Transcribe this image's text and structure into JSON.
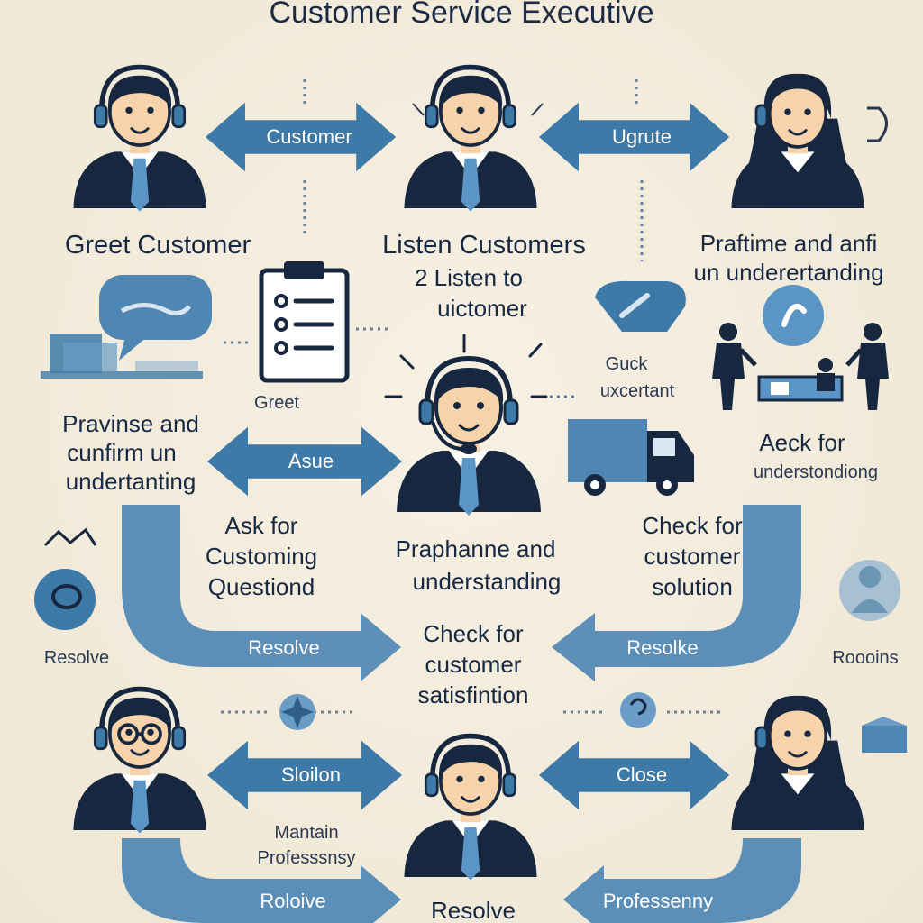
{
  "title": "Customer Service Executive",
  "arrows": {
    "top_left": "Customer",
    "top_right": "Ugrute",
    "mid_left": "Asue",
    "bottom_left": "Sloilon",
    "bottom_right": "Close",
    "band_left": "Resolve",
    "band_right": "Resolke",
    "bottom_band_left": "Roloive",
    "bottom_band_right": "Professenny"
  },
  "labels": {
    "greet_customer": "Greet Customer",
    "listen_1": "Listen Customers",
    "listen_2": "2 Listen to",
    "listen_3": "uictomer",
    "praftime_1": "Praftime and  anfi",
    "praftime_2": "un underertanding",
    "greet": "Greet",
    "pravinse_1": "Pravinse and",
    "pravinse_2": "cunfirm un",
    "pravinse_3": "undertanting",
    "guck_1": "Guck",
    "guck_2": "uxcertant",
    "aeck_1": "Aeck for",
    "aeck_2": "understondiong",
    "ask_1": "Ask for",
    "ask_2": "Customing",
    "ask_3": "Questiond",
    "praphanne_1": "Praphanne and",
    "praphanne_2": "understanding",
    "check_solution_1": "Check for",
    "check_solution_2": "customer",
    "check_solution_3": "solution",
    "check_satisfaction_1": "Check for",
    "check_satisfaction_2": "customer",
    "check_satisfaction_3": "satisfintion",
    "resolve_left": "Resolve",
    "resolve_right": "Roooins",
    "maintain_1": "Mantain",
    "maintain_2": "Professsnsy",
    "resolve_bottom": "Resolve"
  },
  "colors": {
    "background": "#f3ebdb",
    "arrow_blue": "#3d7aa8",
    "band_blue": "#4f87b4",
    "navy": "#17273f",
    "tie_blue": "#5b95c6",
    "skin": "#f6d3aa"
  },
  "icons": [
    "headset-agent-icon",
    "chat-bubble-icon",
    "clipboard-checklist-icon",
    "computer-desk-icon",
    "delivery-truck-icon",
    "meeting-people-icon",
    "gear-person-icon",
    "shield-icon",
    "pin-badge-icon"
  ]
}
